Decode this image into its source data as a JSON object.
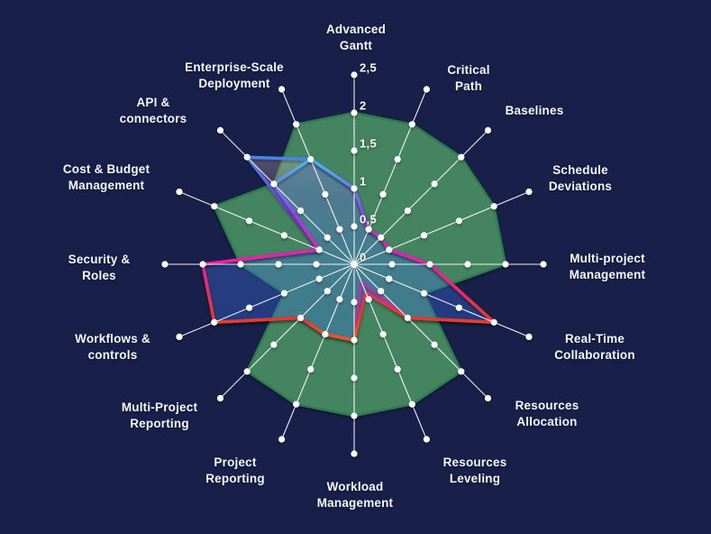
{
  "chart_data": {
    "type": "radar",
    "title": "",
    "axes": [
      {
        "id": "advanced-gantt",
        "label": "Advanced\nGantt"
      },
      {
        "id": "critical-path",
        "label": "Critical\nPath"
      },
      {
        "id": "baselines",
        "label": "Baselines"
      },
      {
        "id": "schedule-deviations",
        "label": "Schedule\nDeviations"
      },
      {
        "id": "multi-project-management",
        "label": "Multi-project\nManagement"
      },
      {
        "id": "real-time-collaboration",
        "label": "Real-Time\nCollaboration"
      },
      {
        "id": "resources-allocation",
        "label": "Resources\nAllocation"
      },
      {
        "id": "resources-leveling",
        "label": "Resources\nLeveling"
      },
      {
        "id": "workload-management",
        "label": "Workload\nManagement"
      },
      {
        "id": "project-reporting",
        "label": "Project\nReporting"
      },
      {
        "id": "multi-project-reporting",
        "label": "Multi-Project\nReporting"
      },
      {
        "id": "workflows-controls",
        "label": "Workflows &\ncontrols"
      },
      {
        "id": "security-roles",
        "label": "Security &\nRoles"
      },
      {
        "id": "cost-budget-management",
        "label": "Cost & Budget\nManagement"
      },
      {
        "id": "api-connectors",
        "label": "API &\nconnectors"
      },
      {
        "id": "enterprise-scale-deployment",
        "label": "Enterprise-Scale\nDeployment"
      }
    ],
    "scale": {
      "min": 0,
      "max": 2.5,
      "step": 0.5,
      "tick_labels": [
        "0",
        "0,5",
        "1",
        "1,5",
        "2",
        "2,5"
      ],
      "grid": "spokes-with-dots",
      "legend": "none"
    },
    "series": [
      {
        "name": "green-area",
        "type": "area",
        "stroke": "#2F7C4E",
        "fill": "rgba(88,172,108,0.68)",
        "values": [
          2,
          2,
          2,
          2,
          2,
          1,
          2,
          2,
          2,
          2,
          2,
          1,
          1.5,
          2,
          1.5,
          2
        ]
      },
      {
        "name": "blue-purple-line",
        "type": "line",
        "gradient_stroke": [
          "#3F8EF0",
          "#7C35E0",
          "#C229C4",
          "#E23358",
          "#E8562A"
        ],
        "gradient_fill": [
          "rgba(244,242,252,0.34)",
          "rgba(210,140,150,0.18)",
          "rgba(120,185,180,0.12)",
          "rgba(120,185,180,0.05)"
        ],
        "values": [
          1,
          0.5,
          0.5,
          0.5,
          1,
          2,
          1,
          0.25,
          1,
          1,
          1,
          2,
          2,
          0.5,
          2,
          1.5
        ]
      },
      {
        "name": "magenta-line",
        "type": "line",
        "gradient_stroke": [
          "#3FC9F2",
          "#8F46E6",
          "#EE1FA6",
          "#E8372F",
          "#F0791E"
        ],
        "fill": "rgba(45,95,230,0.30)",
        "values": [
          1,
          0.5,
          0.5,
          0.5,
          1,
          2,
          1,
          0.4,
          1,
          1,
          1,
          2,
          2,
          0.5,
          1.5,
          1.5
        ]
      }
    ]
  },
  "colors": {
    "background": "#18204A",
    "axis_line": "rgba(255,255,255,0.92)",
    "tick_dot": "#FFFFFF",
    "label_text": "#F5F7FF"
  }
}
